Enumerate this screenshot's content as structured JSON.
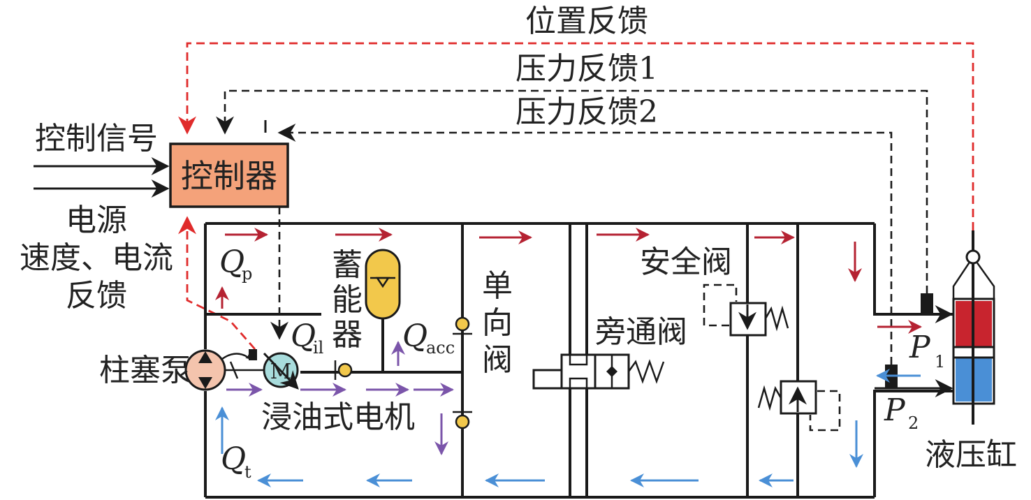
{
  "labels": {
    "position_feedback": "位置反馈",
    "pressure_feedback_1": "压力反馈1",
    "pressure_feedback_2": "压力反馈2",
    "control_signal": "控制信号",
    "controller": "控制器",
    "power_line1": "电源",
    "speed_current_line1": "速度、电流",
    "speed_current_line2": "反馈",
    "accumulator": [
      "蓄",
      "能",
      "器"
    ],
    "check_valve": [
      "单",
      "向",
      "阀"
    ],
    "safety_valve": "安全阀",
    "bypass_valve": "旁通阀",
    "piston_pump": "柱塞泵",
    "immersed_motor": "浸油式电机",
    "hydraulic_cylinder": "液压缸",
    "motor_symbol": "M"
  },
  "flows": {
    "qp": {
      "main": "Q",
      "sub": "p"
    },
    "qil": {
      "main": "Q",
      "sub": "il"
    },
    "qacc": {
      "main": "Q",
      "sub": "acc"
    },
    "qt": {
      "main": "Q",
      "sub": "t"
    },
    "p1": {
      "main": "P",
      "sub": "1"
    },
    "p2": {
      "main": "P",
      "sub": "2"
    }
  },
  "colors": {
    "controller_fill": "#f4a27a",
    "accumulator_fill": "#f2c84b",
    "pump_fill": "#f4c4ad",
    "motor_fill": "#a8dcdc",
    "cylinder_top": "#c8242e",
    "cylinder_bottom": "#4a8fd6",
    "arrow_red": "#b52232",
    "arrow_purple": "#7b55aa",
    "arrow_blue": "#4a8fd6",
    "feedback_red": "#e02b2b",
    "check_valve_fill": "#f2c84b"
  }
}
